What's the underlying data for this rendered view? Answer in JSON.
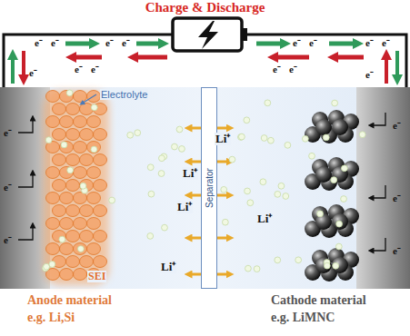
{
  "diagram": {
    "title": "Charge & Discharge",
    "nodes": [
      {
        "text": [
          "Separator"
        ]
      }
    ],
    "labels": [
      "Electrolyte",
      "Li⁺",
      "Li⁺",
      "Li⁺",
      "Li⁺",
      "Li⁺",
      "SEI",
      "Anode material",
      "e.g. Li,Si",
      "Cathode material",
      "e.g. LiMNC",
      "e⁻",
      "e⁻",
      "e⁻",
      "e⁻",
      "e⁻",
      "e⁻",
      "e⁻",
      "e⁻",
      "e⁻",
      "e⁻",
      "e⁻",
      "e⁻",
      "e⁻",
      "e⁻",
      "e⁻",
      "e⁻",
      "e⁻",
      "e⁻",
      "e⁻",
      "e⁻"
    ]
  }
}
